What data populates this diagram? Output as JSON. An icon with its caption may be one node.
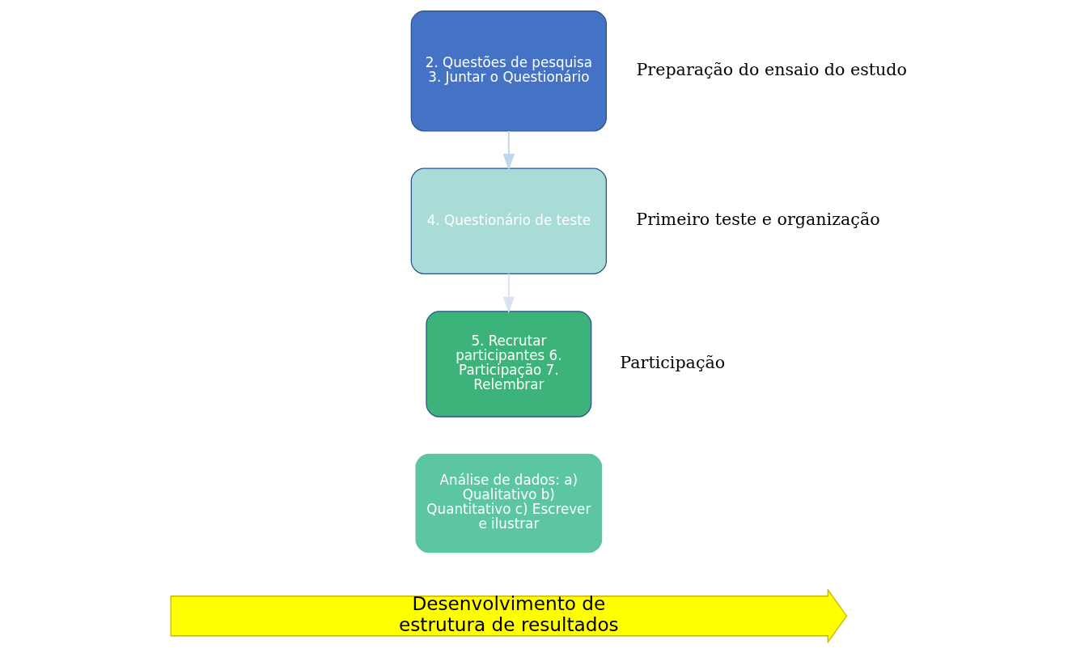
{
  "diagram": {
    "nodes": [
      {
        "text": [
          "2. Questões de pesquisa 3. Juntar o Questionário"
        ],
        "beside": [
          "Preparação do ensaio do estudo"
        ]
      },
      {
        "text": [
          "4. Questionário de teste"
        ],
        "beside": [
          "Primeiro teste e organização"
        ]
      },
      {
        "text": [
          "5. Recrutar participantes 6. Participação 7. Relembrar"
        ],
        "beside": [
          "Participação"
        ]
      },
      {
        "text": [
          "Análise de dados: a) Qualitativo b) Quantitativo c) Escrever e ilustrar"
        ]
      },
      {
        "text": [
          "Desenvolvimento de estrutura de resultados"
        ]
      }
    ],
    "edges": [
      {
        "from": 0,
        "to": 1,
        "arrow": "to",
        "color": "#bdd7ee"
      },
      {
        "from": 1,
        "to": 2,
        "arrow": "to",
        "color": "#dae3f3"
      }
    ]
  }
}
